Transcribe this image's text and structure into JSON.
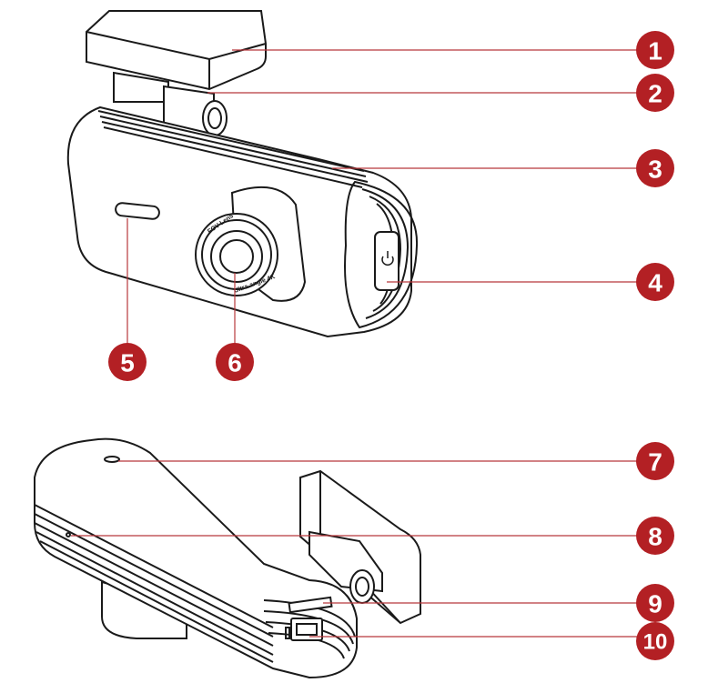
{
  "colors": {
    "callout": "#b32024",
    "stroke": "#1a1a1a",
    "background": "#ffffff"
  },
  "markers": [
    "1",
    "2",
    "3",
    "4",
    "5",
    "6",
    "7",
    "8",
    "9",
    "10"
  ],
  "lens": {
    "top_text": "FOV Lens",
    "bottom_text": "Ultra-angle 4K"
  },
  "icons": {
    "power": "power-icon"
  }
}
